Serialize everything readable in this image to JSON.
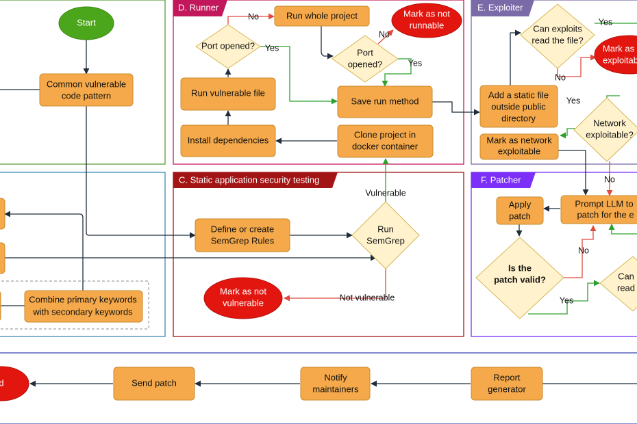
{
  "panels": {
    "runner": "D. Runner",
    "sast": "C. Static application security testing",
    "exploiter": "E. Exploiter",
    "patcher": "F. Patcher"
  },
  "nodes": {
    "start": "Start",
    "common_pattern": [
      "Common vulnerable",
      "code pattern"
    ],
    "combine_keywords": [
      "Combine primary keywords",
      "with secondary keywords"
    ],
    "define_rules": [
      "Define or create",
      "SemGrep Rules"
    ],
    "run_semgrep": [
      "Run",
      "SemGrep"
    ],
    "mark_not_vulnerable": [
      "Mark as not",
      "vulnerable"
    ],
    "port_opened_1": "Port opened?",
    "run_whole_project": "Run whole project",
    "mark_not_runnable": [
      "Mark as not",
      "runnable"
    ],
    "port_opened_2": [
      "Port",
      "opened?"
    ],
    "run_vulnerable_file": "Run vulnerable file",
    "save_run_method": "Save run method",
    "install_dependencies": "Install dependencies",
    "clone_project": [
      "Clone project in",
      "docker container"
    ],
    "can_exploits_read": [
      "Can exploits",
      "read the file?"
    ],
    "mark_exploitable": [
      "Mark as",
      "exploitab"
    ],
    "add_static_file": [
      "Add a static file",
      "outside public",
      "directory"
    ],
    "network_exploitable": [
      "Network",
      "exploitable?"
    ],
    "mark_network_exploitable": [
      "Mark as network",
      "exploitable"
    ],
    "apply_patch": [
      "Apply",
      "patch"
    ],
    "prompt_llm": [
      "Prompt LLM to",
      "patch for the e"
    ],
    "is_patch_valid": [
      "Is the",
      "patch valid?"
    ],
    "can_read": [
      "Can",
      "read"
    ],
    "send_patch": "Send patch",
    "notify_maintainers": [
      "Notify",
      "maintainers"
    ],
    "report_generator": [
      "Report",
      "generator"
    ],
    "end": "d"
  },
  "edge_labels": {
    "no_port1": "No",
    "yes_port1": "Yes",
    "no_port2": "No",
    "yes_port2": "Yes",
    "vulnerable": "Vulnerable",
    "not_vulnerable": "Not  vulnerable",
    "yes_can_exploits": "Yes",
    "no_can_exploits": "No",
    "yes_network": "Yes",
    "no_network": "No",
    "no_patch_valid": "No",
    "yes_patch_valid": "Yes"
  },
  "colors": {
    "process": "#f5a94a",
    "decision": "#fff2cc",
    "terminal_red": "#e3160f",
    "terminal_green": "#4ca61b",
    "runner_accent": "#c2185b",
    "sast_accent": "#a31515",
    "exploiter_accent": "#7b6aa8",
    "patcher_accent": "#7b2ff7"
  }
}
